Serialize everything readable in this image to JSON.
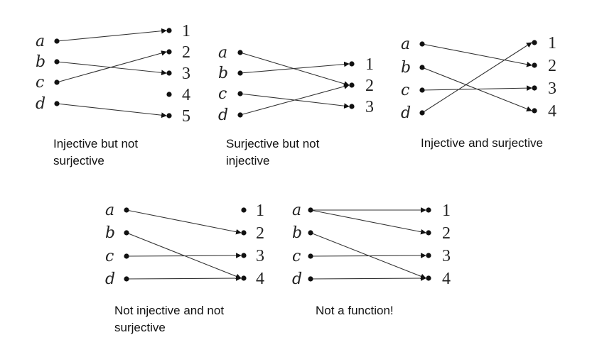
{
  "diagrams": [
    {
      "caption": [
        "Injective but not",
        "surjective"
      ],
      "domain": [
        "a",
        "b",
        "c",
        "d"
      ],
      "codomain": [
        "1",
        "2",
        "3",
        "4",
        "5"
      ],
      "mappings": [
        [
          0,
          0
        ],
        [
          1,
          2
        ],
        [
          2,
          1
        ],
        [
          3,
          4
        ]
      ]
    },
    {
      "caption": [
        "Surjective but not",
        "injective"
      ],
      "domain": [
        "a",
        "b",
        "c",
        "d"
      ],
      "codomain": [
        "1",
        "2",
        "3"
      ],
      "mappings": [
        [
          0,
          1
        ],
        [
          1,
          0
        ],
        [
          2,
          2
        ],
        [
          3,
          1
        ]
      ]
    },
    {
      "caption": [
        "Injective and surjective"
      ],
      "domain": [
        "a",
        "b",
        "c",
        "d"
      ],
      "codomain": [
        "1",
        "2",
        "3",
        "4"
      ],
      "mappings": [
        [
          0,
          1
        ],
        [
          1,
          3
        ],
        [
          2,
          2
        ],
        [
          3,
          0
        ]
      ]
    },
    {
      "caption": [
        "Not injective and not",
        "surjective"
      ],
      "domain": [
        "a",
        "b",
        "c",
        "d"
      ],
      "codomain": [
        "1",
        "2",
        "3",
        "4"
      ],
      "mappings": [
        [
          0,
          1
        ],
        [
          1,
          3
        ],
        [
          2,
          2
        ],
        [
          3,
          3
        ]
      ]
    },
    {
      "caption": [
        "Not a function!"
      ],
      "domain": [
        "a",
        "b",
        "c",
        "d"
      ],
      "codomain": [
        "1",
        "2",
        "3",
        "4"
      ],
      "mappings": [
        [
          0,
          0
        ],
        [
          0,
          1
        ],
        [
          1,
          3
        ],
        [
          2,
          2
        ],
        [
          3,
          3
        ]
      ]
    }
  ]
}
